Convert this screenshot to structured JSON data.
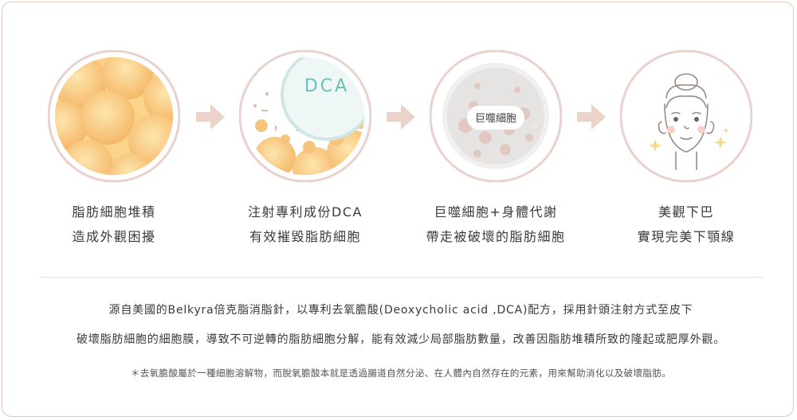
{
  "steps": [
    {
      "line1": "脂肪細胞堆積",
      "line2": "造成外觀困擾",
      "icon": "fat-cells-icon"
    },
    {
      "line1": "注射專利成份DCA",
      "line2": "有效摧毀脂肪細胞",
      "icon": "dca-injection-icon",
      "badge": "DCA"
    },
    {
      "line1": "巨噬細胞+身體代謝",
      "line2": "帶走被破壞的脂肪細胞",
      "icon": "macrophage-icon",
      "badge": "巨噬細胞"
    },
    {
      "line1": "美觀下巴",
      "line2": "實現完美下顎線",
      "icon": "face-icon"
    }
  ],
  "description": {
    "line1": "源自美國的Belkyra倍克脂消脂針，以專利去氧膽酸(Deoxycholic acid ,DCA)配方，採用針頭注射方式至皮下",
    "line2": "破壞脂肪細胞的細胞膜，導致不可逆轉的脂肪細胞分解，能有效減少局部脂肪數量，改善因脂肪堆積所致的隆起或肥厚外觀。"
  },
  "note": "＊去氧膽酸屬於一種細胞溶解物，而脫氧膽酸本就是透過腸道自然分泌、在人體內自然存在的元素，用來幫助消化以及破壞脂肪。",
  "colors": {
    "ring": "#e9d2cb",
    "fat_light": "#fde3a6",
    "fat_dark": "#f6b25f",
    "teal": "#6bbfb8",
    "arrow": "#ebd3c9",
    "sparkle": "#f5d98c"
  }
}
